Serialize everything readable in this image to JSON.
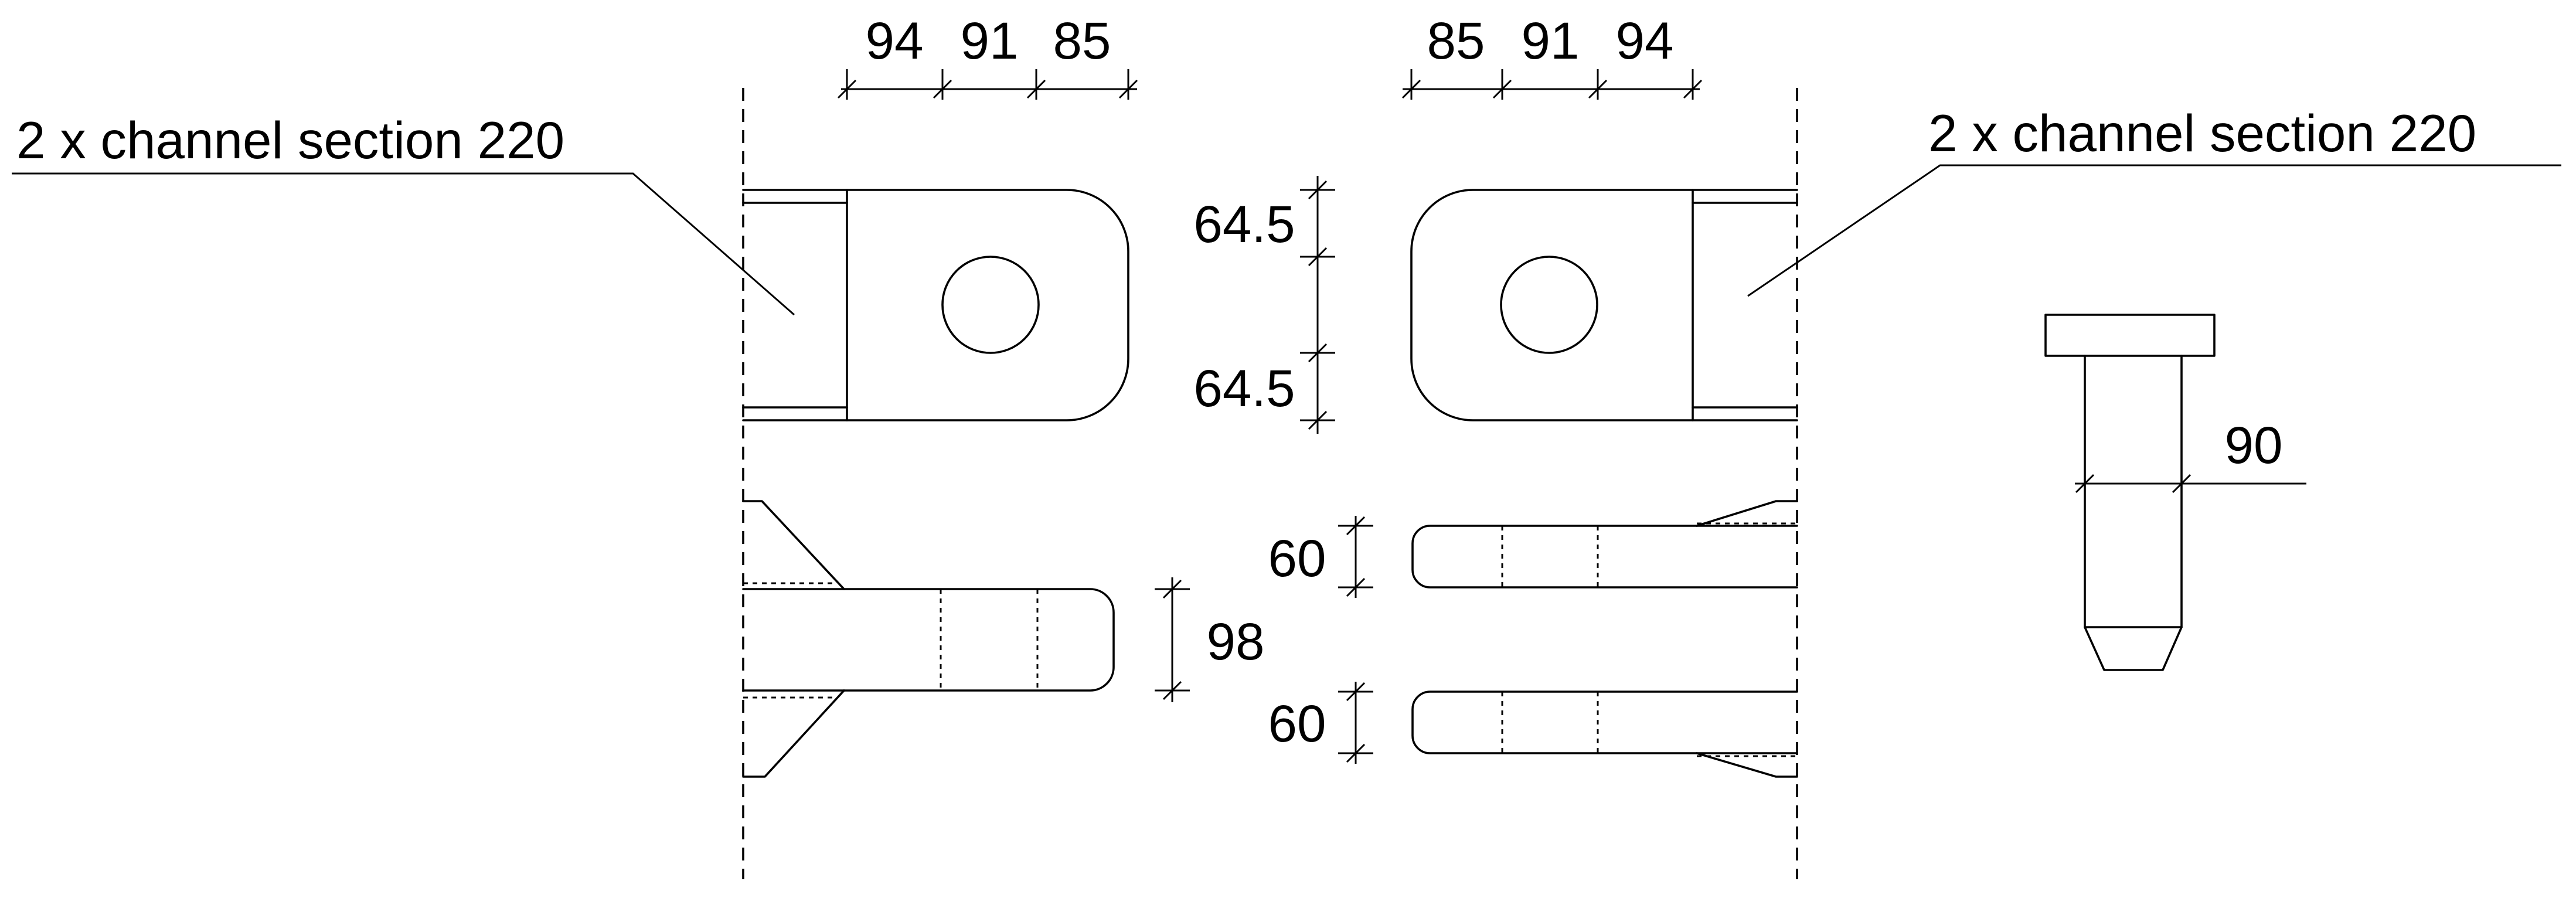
{
  "labels": {
    "left_callout": "2 x channel section 220",
    "right_callout": "2 x channel section 220"
  },
  "dimensions": {
    "top_left": [
      "94",
      "91",
      "85"
    ],
    "top_right": [
      "85",
      "91",
      "94"
    ],
    "eye_upper": "64.5",
    "eye_lower": "64.5",
    "left_tongue_thickness": "98",
    "right_fork_upper": "60",
    "right_fork_lower": "60",
    "pin_diameter": "90"
  }
}
